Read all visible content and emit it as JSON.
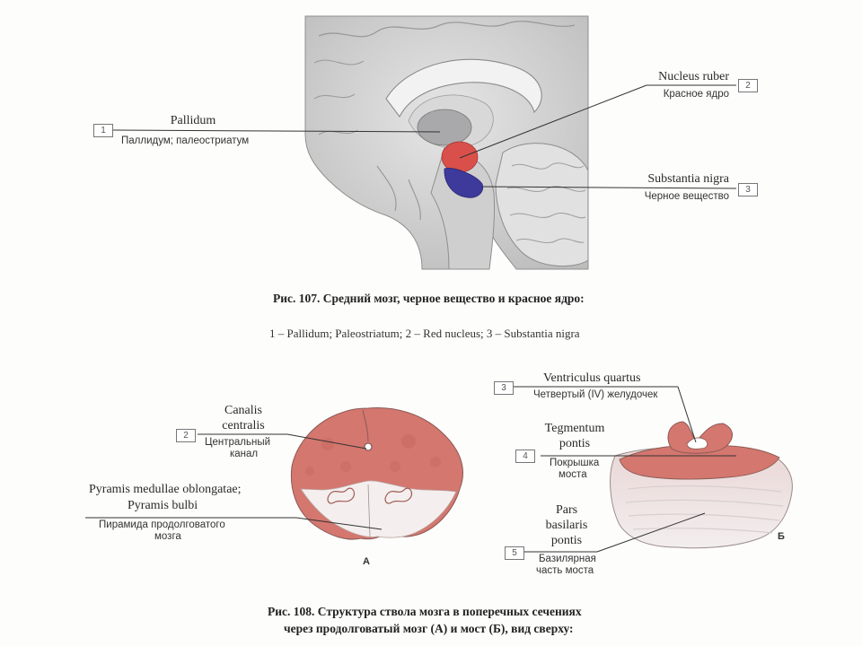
{
  "figure107": {
    "labels": {
      "pallidum": {
        "num": "1",
        "latin": "Pallidum",
        "russian": "Паллидум; палеостриатум"
      },
      "nucleus_ruber": {
        "num": "2",
        "latin": "Nucleus ruber",
        "russian": "Красное ядро"
      },
      "substantia_nigra": {
        "num": "3",
        "latin": "Substantia nigra",
        "russian": "Черное вещество"
      }
    },
    "caption_title": "Рис. 107. Средний мозг, черное вещество и красное ядро:",
    "caption_legend": "1 – Pallidum; Paleostriatum; 2 – Red nucleus; 3 – Substantia nigra",
    "colors": {
      "red_nucleus": "#d9504a",
      "substantia_nigra": "#3d3a9c",
      "pallidum": "#a9a9ab"
    }
  },
  "figure108": {
    "A": {
      "letter": "А",
      "canalis": {
        "num": "2",
        "latin_1": "Canalis",
        "latin_2": "centralis",
        "russian_1": "Центральный",
        "russian_2": "канал"
      },
      "pyramis": {
        "latin_1": "Pyramis medullae oblongatae;",
        "latin_2": "Pyramis bulbi",
        "russian_1": "Пирамида продолговатого",
        "russian_2": "мозга"
      }
    },
    "B": {
      "letter": "Б",
      "ventriculus": {
        "num": "3",
        "latin": "Ventriculus quartus",
        "russian": "Четвертый (IV) желудочек"
      },
      "tegmentum": {
        "num": "4",
        "latin_1": "Tegmentum",
        "latin_2": "pontis",
        "russian_1": "Покрышка",
        "russian_2": "моста"
      },
      "pars": {
        "num": "5",
        "latin_1": "Pars",
        "latin_2": "basilaris",
        "latin_3": "pontis",
        "russian_1": "Базилярная",
        "russian_2": "часть моста"
      }
    },
    "caption_line1": "Рис. 108. Структура ствола мозга в поперечных сечениях",
    "caption_line2": "через продолговатый мозг (А) и мост (Б), вид сверху:",
    "colors": {
      "tissue": "#d4776f"
    }
  }
}
